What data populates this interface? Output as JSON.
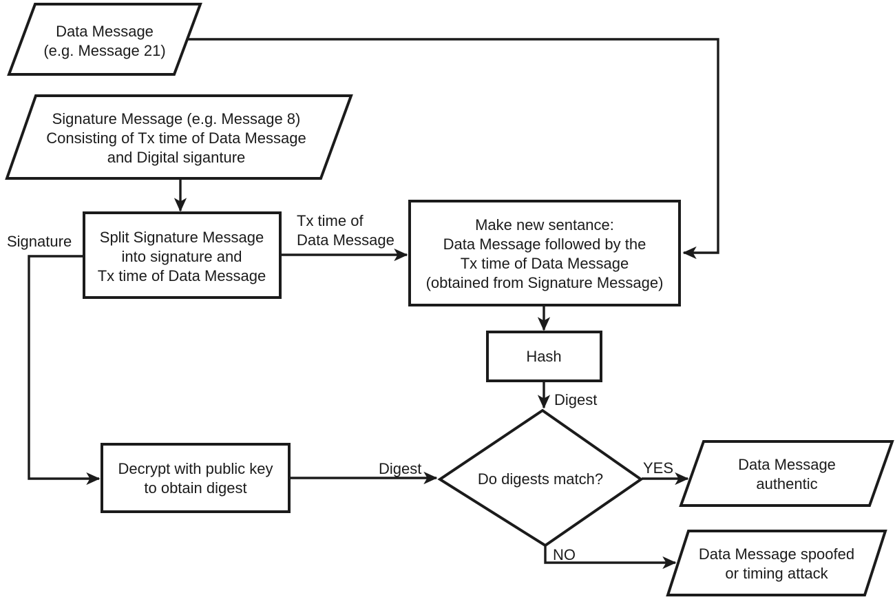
{
  "diagram": {
    "type": "flowchart",
    "colors": {
      "stroke": "#1b1b1b",
      "text": "#1b1b1b",
      "background": "#ffffff"
    },
    "nodes": {
      "data_message": {
        "shape": "parallelogram",
        "lines": [
          "Data Message",
          "(e.g. Message 21)"
        ]
      },
      "signature_message": {
        "shape": "parallelogram",
        "lines": [
          "Signature Message (e.g. Message 8)",
          "Consisting of Tx time of Data Message",
          "and Digital siganture"
        ]
      },
      "split_signature": {
        "shape": "process",
        "lines": [
          "Split Signature Message",
          "into signature and",
          "Tx time of Data Message"
        ]
      },
      "make_sentence": {
        "shape": "process",
        "lines": [
          "Make new sentance:",
          "Data Message followed by the",
          "Tx time of Data Message",
          "(obtained from Signature Message)"
        ]
      },
      "hash": {
        "shape": "process",
        "lines": [
          "Hash"
        ]
      },
      "decision": {
        "shape": "decision",
        "lines": [
          "Do digests match?"
        ]
      },
      "decrypt": {
        "shape": "process",
        "lines": [
          "Decrypt with public key",
          "to obtain digest"
        ]
      },
      "authentic": {
        "shape": "parallelogram",
        "lines": [
          "Data Message",
          "authentic"
        ]
      },
      "spoofed": {
        "shape": "parallelogram",
        "lines": [
          "Data Message spoofed",
          "or timing attack"
        ]
      }
    },
    "edge_labels": {
      "signature": "Signature",
      "tx_time": [
        "Tx time of",
        "Data Message"
      ],
      "digest_from_hash": "Digest",
      "digest_from_decrypt": "Digest",
      "yes": "YES",
      "no": "NO"
    }
  }
}
